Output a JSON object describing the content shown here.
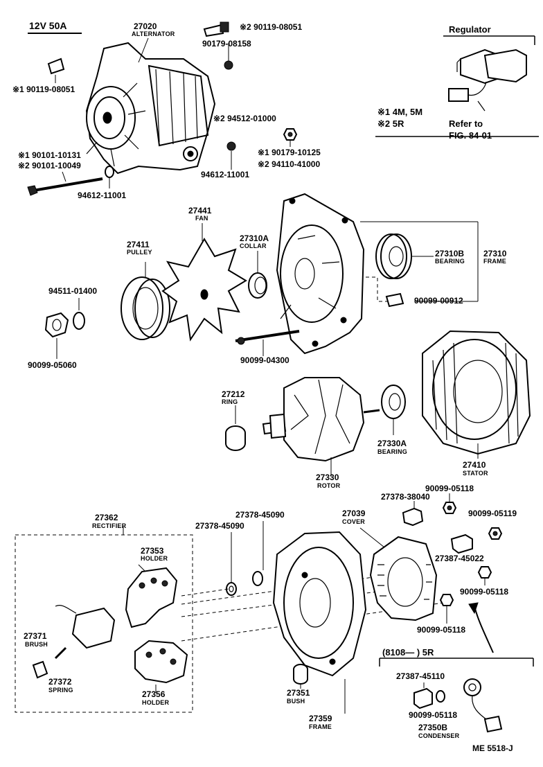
{
  "header": {
    "spec": "12V 50A",
    "regulator_title": "Regulator",
    "note_1": "※1 4M, 5M",
    "note_2": "※2 5R",
    "refer": "Refer to",
    "refer_fig": "FIG. 84-01",
    "footer_code": "ME 5518-J"
  },
  "parts": {
    "alternator": {
      "num": "27020",
      "name": "ALTERNATOR"
    },
    "bolt_top_2": "※2 90119-08051",
    "bolt_top_2_sub": "90179-08158",
    "bolt_left_1": "※1 90119-08051",
    "washer_2": "※2 94512-01000",
    "nut_1": "※1 90179-10125",
    "nut_2": "※2 94110-41000",
    "washer_94612": "94612-11001",
    "thru_bolt_1": "※1 90101-10131",
    "thru_bolt_2": "※2 90101-10049",
    "washer_94612_b": "94612-11001",
    "fan": {
      "num": "27441",
      "name": "FAN"
    },
    "pulley": {
      "num": "27411",
      "name": "PULLEY"
    },
    "collar": {
      "num": "27310A",
      "name": "COLLAR"
    },
    "bearing_front": {
      "num": "27310B",
      "name": "BEARING"
    },
    "frame_front": {
      "num": "27310",
      "name": "FRAME"
    },
    "washer_94511": "94511-01400",
    "nut_90099_05060": "90099-05060",
    "screw_90099_00912": "90099-00912",
    "bolt_90099_04300": "90099-04300",
    "ring": {
      "num": "27212",
      "name": "RING"
    },
    "rotor": {
      "num": "27330",
      "name": "ROTOR"
    },
    "bearing_rear": {
      "num": "27330A",
      "name": "BEARING"
    },
    "stator": {
      "num": "27410",
      "name": "STATOR"
    },
    "rectifier": {
      "num": "27362",
      "name": "RECTIFIER"
    },
    "holder_upper": {
      "num": "27353",
      "name": "HOLDER"
    },
    "brush": {
      "num": "27371",
      "name": "BRUSH"
    },
    "spring": {
      "num": "27372",
      "name": "SPRING"
    },
    "holder_lower": {
      "num": "27356",
      "name": "HOLDER"
    },
    "insul_45090_a": "27378-45090",
    "insul_45090_b": "27378-45090",
    "cover": {
      "num": "27039",
      "name": "COVER"
    },
    "insul_38040": "27378-38040",
    "nut_05118_a": "90099-05118",
    "nut_05119": "90099-05119",
    "insul_45022": "27387-45022",
    "nut_05118_b": "90099-05118",
    "nut_05118_c": "90099-05118",
    "bush": {
      "num": "27351",
      "name": "BUSH"
    },
    "frame_rear": {
      "num": "27359",
      "name": "FRAME"
    },
    "box_title": "(8108—      ) 5R",
    "insul_45110": "27387-45110",
    "nut_05118_d": "90099-05118",
    "condenser": {
      "num": "27350B",
      "name": "CONDENSER"
    }
  }
}
